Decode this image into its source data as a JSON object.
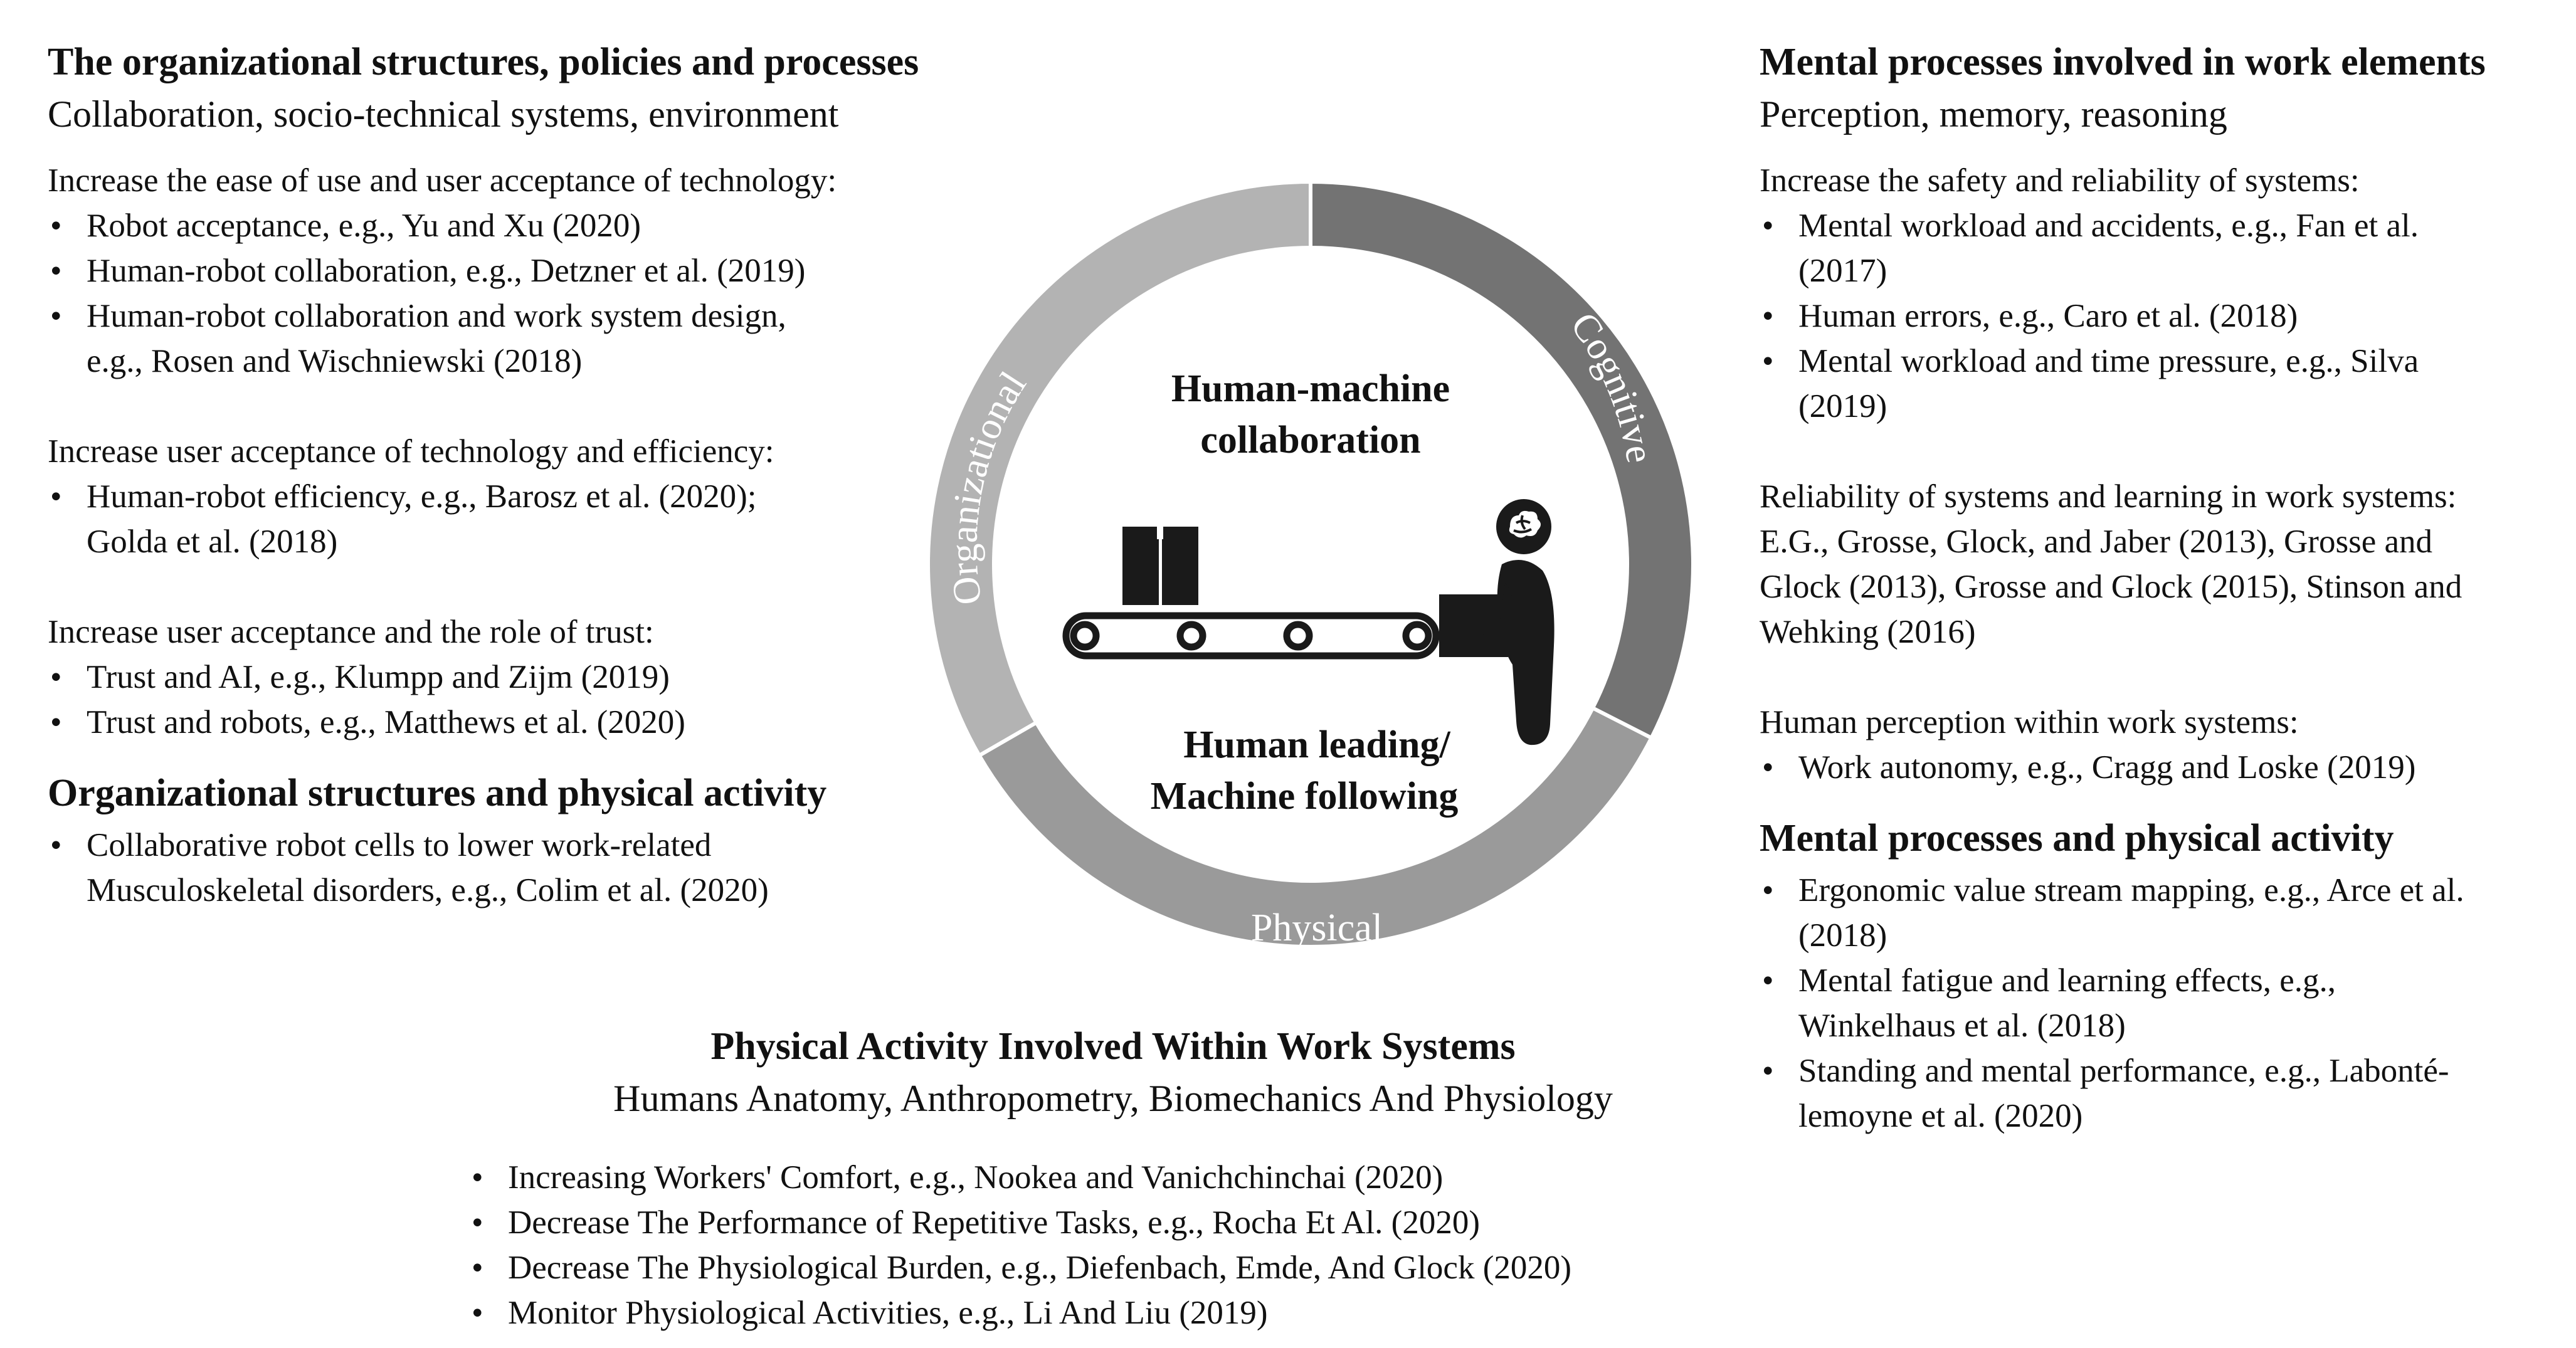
{
  "left": {
    "title": "The organizational structures, policies and processes",
    "subtitle": "Collaboration, socio-technical systems, environment",
    "groups": [
      {
        "intro": "Increase the ease of use and user acceptance of technology:",
        "items": [
          "Robot acceptance, e.g., Yu and Xu (2020)",
          "Human-robot collaboration, e.g., Detzner et al. (2019)",
          "Human-robot collaboration and work system design,\ne.g., Rosen and Wischniewski (2018)"
        ]
      },
      {
        "intro": "Increase user acceptance of technology and efficiency:",
        "items": [
          "Human-robot efficiency, e.g., Barosz et al. (2020);\nGolda et al. (2018)"
        ]
      },
      {
        "intro": "Increase user acceptance and the role of trust:",
        "items": [
          "Trust and AI, e.g., Klumpp and Zijm (2019)",
          "Trust and robots, e.g., Matthews et al. (2020)"
        ]
      }
    ],
    "section2_title": "Organizational structures and physical activity",
    "section2_items": [
      "Collaborative robot cells to lower work-related\nMusculoskeletal disorders, e.g., Colim et al. (2020)"
    ]
  },
  "right": {
    "title": "Mental processes involved in work elements",
    "subtitle": "Perception, memory, reasoning",
    "group1_intro": "Increase the safety and reliability of systems:",
    "group1_items": [
      "Mental workload and accidents, e.g., Fan et al.\n(2017)",
      "Human errors, e.g., Caro et al. (2018)",
      "Mental workload and time pressure, e.g., Silva\n(2019)"
    ],
    "group2_text": "Reliability of systems and learning in work systems:\nE.G., Grosse, Glock, and Jaber (2013), Grosse and\nGlock (2013), Grosse and Glock (2015), Stinson and\nWehking (2016)",
    "group3_intro": "Human perception within work systems:",
    "group3_items": [
      "Work autonomy, e.g., Cragg and Loske (2019)"
    ],
    "section2_title": "Mental processes and physical activity",
    "section2_items": [
      "Ergonomic value stream mapping, e.g., Arce et al.\n(2018)",
      "Mental fatigue and learning effects, e.g.,\nWinkelhaus et al. (2018)",
      "Standing and mental performance, e.g., Labonté-\nlemoyne et al. (2020)"
    ]
  },
  "bottom": {
    "title": "Physical Activity Involved Within Work Systems",
    "subtitle": "Humans Anatomy, Anthropometry, Biomechanics And Physiology",
    "items": [
      "Increasing Workers' Comfort, e.g., Nookea and Vanichchinchai (2020)",
      "Decrease The Performance of Repetitive Tasks, e.g., Rocha Et Al. (2020)",
      "Decrease The Physiological Burden, e.g., Diefenbach, Emde, And Glock (2020)",
      "Monitor Physiological Activities, e.g., Li And Liu (2019)"
    ]
  },
  "diagram": {
    "ring_labels": {
      "organizational": "Organizational",
      "cognitive": "Cognitive",
      "physical": "Physical"
    },
    "center_top": [
      "Human-machine",
      "collaboration"
    ],
    "center_bottom": [
      "Human leading/",
      "Machine following"
    ],
    "colors": {
      "organizational": "#b3b3b3",
      "cognitive": "#737373",
      "physical": "#9a9a9a",
      "icon": "#1a1a1a"
    }
  }
}
